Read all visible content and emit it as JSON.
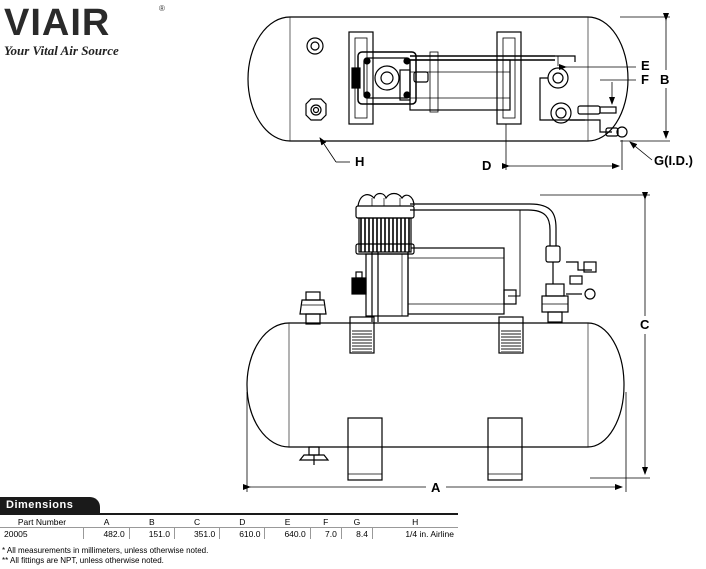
{
  "brand": {
    "name": "VIAIR",
    "tagline": "Your Vital Air Source",
    "registered": "®"
  },
  "labels": {
    "A": "A",
    "B": "B",
    "C": "C",
    "D": "D",
    "E": "E",
    "F": "F",
    "G": "G(I.D.)",
    "H": "H"
  },
  "dimensions": {
    "title": "Dimensions",
    "headers": [
      "Part Number",
      "A",
      "B",
      "C",
      "D",
      "E",
      "F",
      "G",
      "H"
    ],
    "row": [
      "20005",
      "482.0",
      "151.0",
      "351.0",
      "610.0",
      "640.0",
      "7.0",
      "8.4",
      "1/4 in. Airline"
    ]
  },
  "notes": [
    "* All measurements in millimeters, unless otherwise noted.",
    "** All fittings are NPT, unless otherwise noted."
  ]
}
